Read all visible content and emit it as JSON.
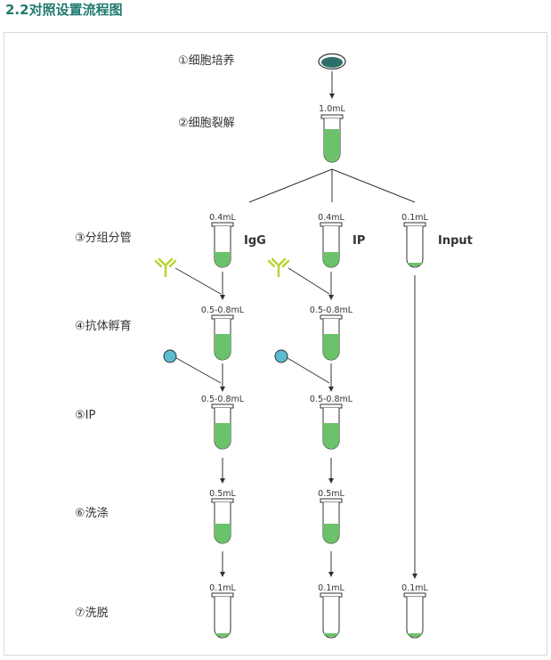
{
  "title": "2.2对照设置流程图",
  "steps": {
    "s1": "①细胞培养",
    "s2": "②细胞裂解",
    "s3": "③分组分管",
    "s4": "④抗体孵育",
    "s5": "⑤IP",
    "s6": "⑥洗涤",
    "s7": "⑦洗脱"
  },
  "groups": {
    "igg": "IgG",
    "ip": "IP",
    "input": "Input"
  },
  "volumes": {
    "lysate": "1.0mL",
    "igg_split": "0.4mL",
    "ip_split": "0.4mL",
    "input_split": "0.1mL",
    "igg_incubate": "0.5-0.8mL",
    "ip_incubate": "0.5-0.8mL",
    "igg_ip": "0.5-0.8mL",
    "ip_ip": "0.5-0.8mL",
    "igg_wash": "0.5mL",
    "ip_wash": "0.5mL",
    "igg_elute": "0.1mL",
    "ip_elute": "0.1mL",
    "input_elute": "0.1mL"
  },
  "colors": {
    "title": "#1f7a6e",
    "liquid": "#6cc26a",
    "dish": "#2e6e6a",
    "antibody": "#b7d433",
    "bead": "#5bbcd0",
    "line": "#333333"
  }
}
